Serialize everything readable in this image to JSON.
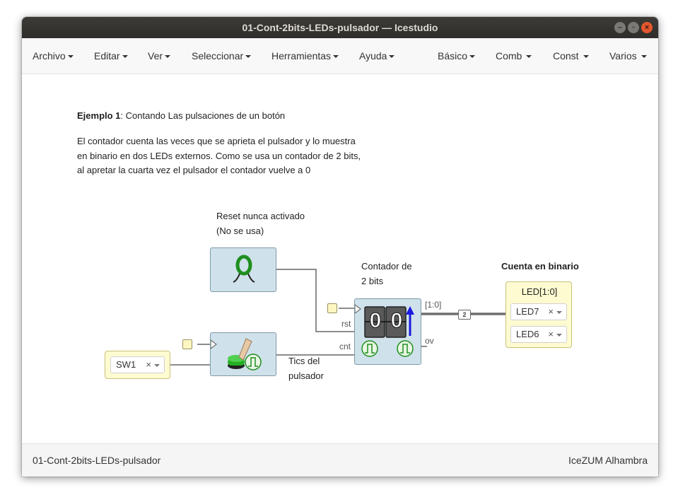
{
  "window": {
    "title": "01-Cont-2bits-LEDs-pulsador — Icestudio",
    "controls": [
      "minimize",
      "maximize",
      "close"
    ]
  },
  "menubar": {
    "left": [
      "Archivo",
      "Editar",
      "Ver",
      "Seleccionar",
      "Herramientas",
      "Ayuda"
    ],
    "right": [
      "Básico",
      "Comb",
      "Const",
      "Varios"
    ]
  },
  "canvas": {
    "intro_title": "Ejemplo 1",
    "intro_subtitle": ": Contando Las pulsaciones de un botón",
    "intro_lines": [
      "El contador cuenta las veces que se aprieta el pulsador y lo muestra",
      "en binario en dos LEDs externos. Como se usa un contador de 2 bits,",
      "al apretar la cuarta vez el pulsador el contador vuelve a 0"
    ],
    "reset_comment": [
      "Reset nunca activado",
      "(No se usa)"
    ],
    "counter_comment": [
      "Contador de",
      "2 bits"
    ],
    "tics_comment": [
      "Tics del",
      "pulsador"
    ],
    "output_title": "Cuenta en binario",
    "counter": {
      "digits": [
        "0",
        "0"
      ],
      "in_rst": "rst",
      "in_cnt": "cnt",
      "out_bus": "[1:0]",
      "out_ov": "ov"
    },
    "bus_width": "2",
    "input_block": {
      "pin": "SW1",
      "clear": "×"
    },
    "led_block": {
      "label": "LED[1:0]",
      "pins": [
        "LED7",
        "LED6"
      ],
      "clear": "×"
    },
    "zero_const": "0"
  },
  "footer": {
    "left": "01-Cont-2bits-LEDs-pulsador",
    "right": "IceZUM Alhambra"
  },
  "colors": {
    "block_bg": "#cfe1ea",
    "io_bg": "#fffbd1",
    "accent_green": "#1e8f1e",
    "wire": "#666666"
  }
}
